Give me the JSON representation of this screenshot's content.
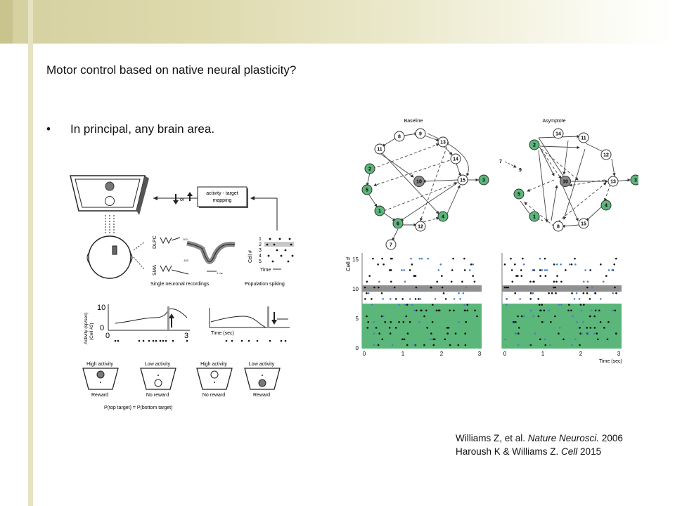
{
  "slide": {
    "title": "Motor control based on native neural plasticity?",
    "bullet_char": "•",
    "bullet": "In principal, any brain area."
  },
  "citations": [
    {
      "authors": "Williams Z, et al. ",
      "journal": "Nature Neurosci.",
      "year": " 2006"
    },
    {
      "authors": "Haroush K & Williams Z. ",
      "journal": "Cell",
      "year": " 2015"
    }
  ],
  "left_figure": {
    "mapping_box": [
      "activity - target",
      "mapping"
    ],
    "or_label": "or",
    "dlpc_label": "DLPC",
    "sma_label": "SMA",
    "single_recordings": "Single neuronal recordings",
    "population_spiking": "Population spiking",
    "cell_axis": "Cell #",
    "cell_ticks": [
      "1",
      "2",
      "3",
      "4",
      "5"
    ],
    "time_label": "Time",
    "trace_ticks": [
      "100",
      "-100",
      "1 ms"
    ],
    "activity_ylabel": [
      "Activity (sp/sec)",
      "(Cell #2)"
    ],
    "activity_yticks": [
      "10",
      "0"
    ],
    "activity_xticks": [
      "0",
      "3"
    ],
    "time_sec": "Time (sec)",
    "screens": [
      {
        "top": "High activity",
        "bottom": "Reward"
      },
      {
        "top": "Low activity",
        "bottom": "No reward"
      },
      {
        "top": "High activity",
        "bottom": "No reward"
      },
      {
        "top": "Low activity",
        "bottom": "Reward"
      }
    ],
    "probability": "P(top target) = P(bottom target)",
    "colors": {
      "reward_target": "#7a7a7a",
      "bar": "#999999"
    }
  },
  "right_figure": {
    "baseline_title": "Baseline",
    "asymptote_title": "Asymptote",
    "raster_ylabel": "Cell #",
    "raster_yticks": [
      "15",
      "10",
      "5",
      "0"
    ],
    "raster_xticks": [
      "0",
      "1",
      "2",
      "3"
    ],
    "time_sec": "Time (sec)",
    "colors": {
      "green": "#5bb67a",
      "gray": "#8a8a8a",
      "blue": "#4a7fc4"
    },
    "baseline_nodes": [
      "8",
      "9",
      "11",
      "13",
      "14",
      "2",
      "10",
      "15",
      "3",
      "5",
      "1",
      "4",
      "6",
      "12",
      "7"
    ],
    "asymptote_nodes": [
      "7",
      "9",
      "14",
      "11",
      "2",
      "12",
      "10",
      "13",
      "3",
      "5",
      "4",
      "1",
      "8",
      "15"
    ]
  }
}
